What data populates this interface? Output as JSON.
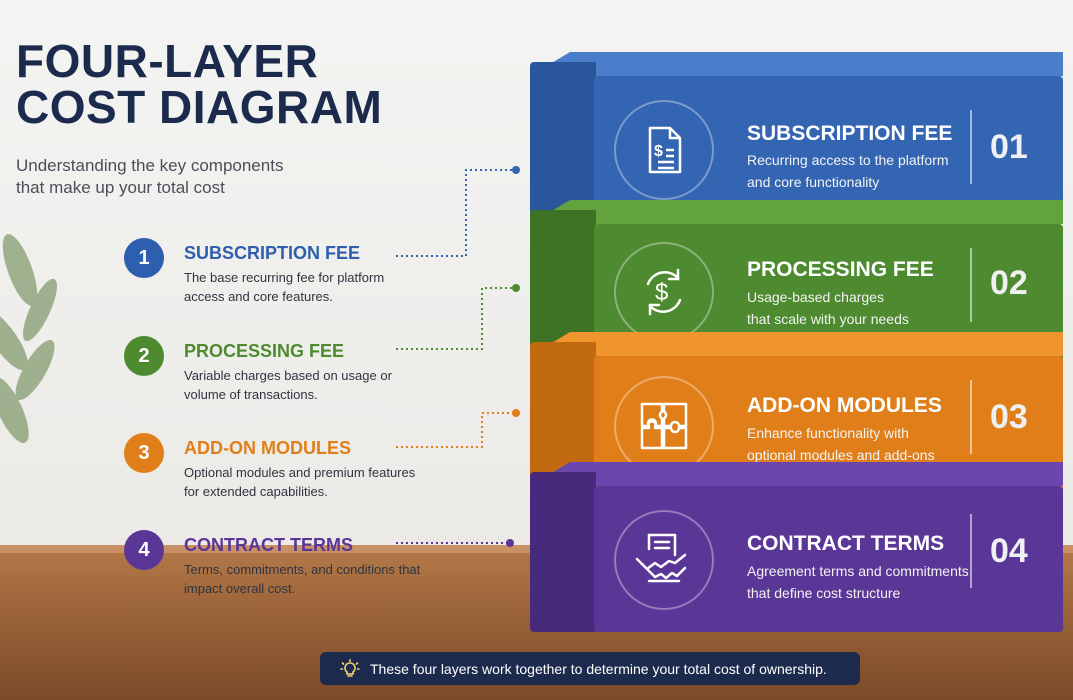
{
  "header": {
    "title_line1": "FOUR-LAYER",
    "title_line2": "COST DIAGRAM",
    "subtitle_line1": "Understanding the key components",
    "subtitle_line2": "that make up your total cost"
  },
  "colors": {
    "navy": "#1c2a4d",
    "blue": "#3465b3",
    "green": "#4e8a2f",
    "orange": "#e07f1a",
    "purple": "#5a3697"
  },
  "items": [
    {
      "number": "1",
      "title": "SUBSCRIPTION FEE",
      "desc": "The base recurring fee for platform access and core features."
    },
    {
      "number": "2",
      "title": "PROCESSING FEE",
      "desc": "Variable charges based on usage or volume of transactions."
    },
    {
      "number": "3",
      "title": "ADD-ON MODULES",
      "desc": "Optional modules and premium features for extended capabilities."
    },
    {
      "number": "4",
      "title": "CONTRACT TERMS",
      "desc": "Terms, commitments, and conditions that impact overall cost."
    }
  ],
  "blocks": [
    {
      "title": "SUBSCRIPTION FEE",
      "desc_line1": "Recurring access to the platform",
      "desc_line2": "and core functionality",
      "number": "01",
      "icon": "document-dollar-icon"
    },
    {
      "title": "PROCESSING FEE",
      "desc_line1": "Usage-based charges",
      "desc_line2": "that scale with your needs",
      "number": "02",
      "icon": "dollar-cycle-icon"
    },
    {
      "title": "ADD-ON MODULES",
      "desc_line1": "Enhance functionality with",
      "desc_line2": "optional modules and add-ons",
      "number": "03",
      "icon": "puzzle-icon"
    },
    {
      "title": "CONTRACT TERMS",
      "desc_line1": "Agreement terms and commitments",
      "desc_line2": "that define cost structure",
      "number": "04",
      "icon": "handshake-contract-icon"
    }
  ],
  "banner": {
    "text": "These four layers work together to determine your total cost of ownership.",
    "icon": "lightbulb-icon"
  }
}
